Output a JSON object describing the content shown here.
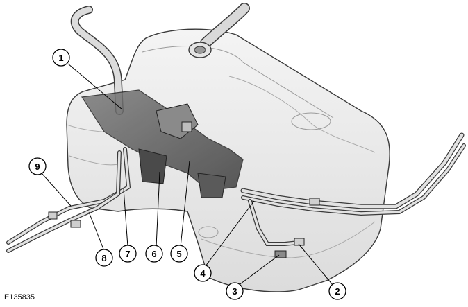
{
  "figure": {
    "reference_code": "E135835",
    "callouts": [
      "1",
      "2",
      "3",
      "4",
      "5",
      "6",
      "7",
      "8",
      "9"
    ]
  },
  "colors": {
    "tank_fill": "#ededed",
    "tank_stroke": "#3a3a3a",
    "dark_component": "#555555",
    "pipe": "#d6d6d6",
    "callout_stroke": "#000000"
  }
}
